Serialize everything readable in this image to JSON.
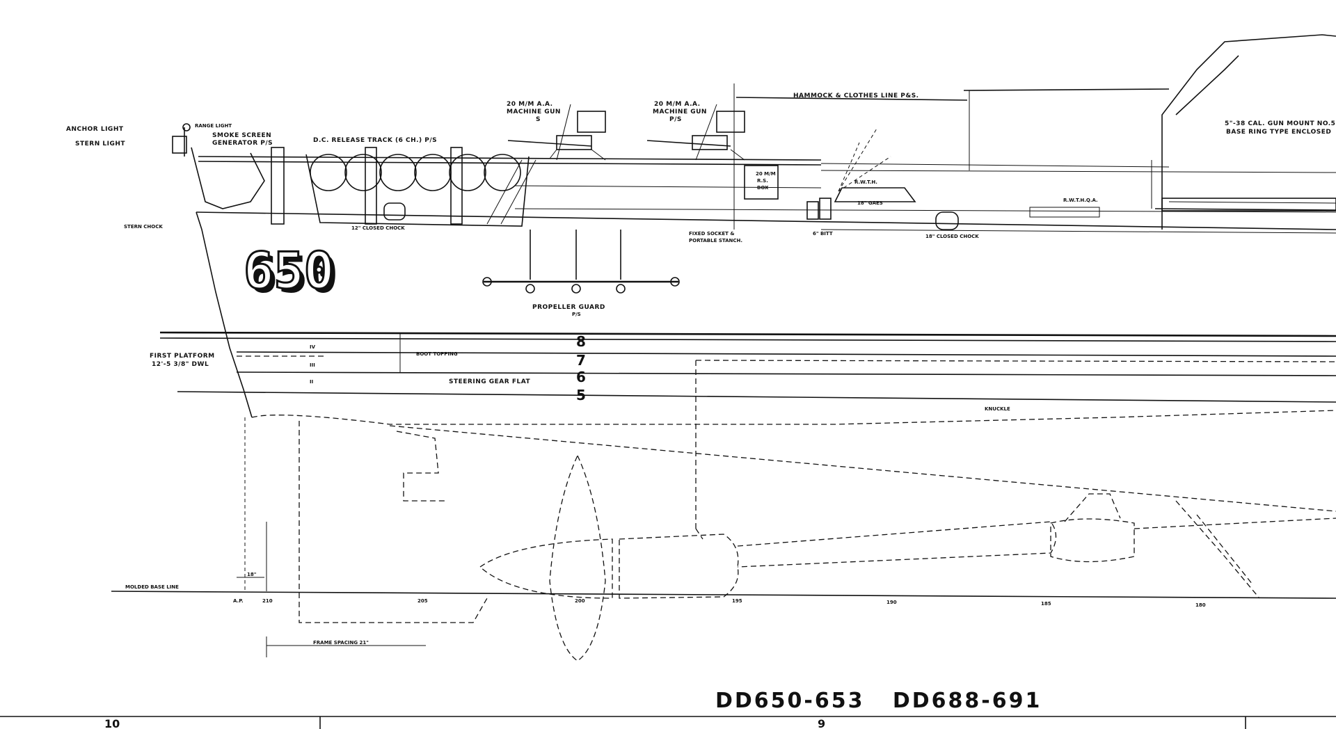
{
  "title": "DD650-653   DD688-691",
  "hull_number": "650",
  "zone_numbers": {
    "left": "10",
    "right": "9"
  },
  "labels": {
    "anchor_light": "ANCHOR LIGHT",
    "stern_light": "STERN LIGHT",
    "range_light": "RANGE LIGHT",
    "smoke_screen": "SMOKE SCREEN",
    "smoke_generator": "GENERATOR P/S",
    "dc_release_track": "D.C. RELEASE TRACK (6 CH.) P/S",
    "stern_chock": "STERN CHOCK",
    "closed_chock_12": "12\" CLOSED CHOCK",
    "mg_port_1": "20 M/M A.A.",
    "mg_port_2": "MACHINE GUN",
    "mg_port_3": "S",
    "mg_stbd_1": "20 M/M A.A.",
    "mg_stbd_2": "MACHINE GUN",
    "mg_stbd_3": "P/S",
    "hammock_line": "HAMMOCK & CLOTHES LINE P&S.",
    "gun_mount_1": "5\"-38 CAL. GUN MOUNT NO.5",
    "gun_mount_2": "BASE RING TYPE ENCLOSED",
    "ready_box_1": "20 M/M",
    "ready_box_2": "R.S.",
    "ready_box_3": "BOX",
    "rwth": "R.W.T.H.",
    "gaes": "18\" GAES",
    "rwthqa": "R.W.T.H.Q.A.",
    "fixed_socket_1": "FIXED SOCKET &",
    "fixed_socket_2": "PORTABLE STANCH.",
    "bitt": "6\" BITT",
    "closed_chock_18": "18\" CLOSED CHOCK",
    "propeller_guard_1": "PROPELLER GUARD",
    "propeller_guard_2": "P/S",
    "first_platform_1": "FIRST PLATFORM",
    "first_platform_2": "12'-5 3/8\" DWL",
    "boot_topping": "BOOT TOPPING",
    "steering_gear_flat": "STEERING GEAR FLAT",
    "knuckle": "KNUCKLE",
    "molded_base_line": "MOLDED BASE LINE",
    "frame_spacing": "FRAME SPACING 21\"",
    "dim_18": "18\""
  },
  "roman_levels": [
    "IV",
    "III",
    "II"
  ],
  "deck_numbers": [
    "8",
    "7",
    "6",
    "5"
  ],
  "frames": [
    "A.P.",
    "210",
    "205",
    "200",
    "195",
    "190",
    "185",
    "180"
  ]
}
